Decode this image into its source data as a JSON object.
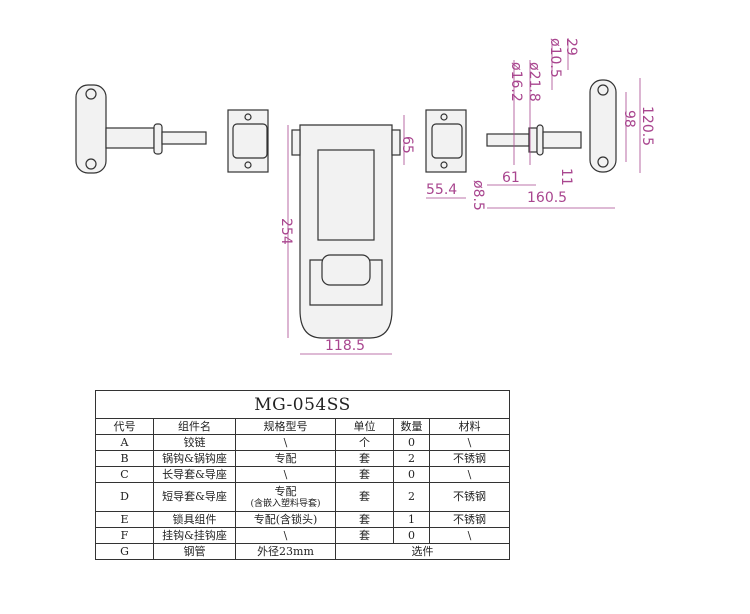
{
  "drawing": {
    "dimensions": {
      "height_254": "254",
      "width_118_5": "118.5",
      "d65": "65",
      "d55_4": "55.4",
      "d8_5": "ø8.5",
      "d61": "61",
      "d11": "11",
      "d160_5": "160.5",
      "d16_2": "ø16.2",
      "d21_8": "ø21.8",
      "d10_5": "ø10.5",
      "d29": "29",
      "d98": "98",
      "d120_5": "120.5"
    },
    "colors": {
      "dimension": "#a9468f",
      "outline": "#333333"
    }
  },
  "table": {
    "title": "MG-054SS",
    "headers": [
      "代号",
      "组件名",
      "规格型号",
      "单位",
      "数量",
      "材料"
    ],
    "rows": [
      {
        "code": "A",
        "name": "铰链",
        "spec": "\\",
        "unit": "个",
        "qty": "0",
        "material": "\\"
      },
      {
        "code": "B",
        "name": "锅钩&锅钩座",
        "spec": "专配",
        "unit": "套",
        "qty": "2",
        "material": "不锈钢"
      },
      {
        "code": "C",
        "name": "长导套&导座",
        "spec": "\\",
        "unit": "套",
        "qty": "0",
        "material": "\\"
      },
      {
        "code": "D",
        "name": "短导套&导座",
        "spec": "专配",
        "spec_note": "(含嵌入塑料导套)",
        "unit": "套",
        "qty": "2",
        "material": "不锈钢"
      },
      {
        "code": "E",
        "name": "锁具组件",
        "spec": "专配(含锁头)",
        "unit": "套",
        "qty": "1",
        "material": "不锈钢"
      },
      {
        "code": "F",
        "name": "挂钩&挂钩座",
        "spec": "\\",
        "unit": "套",
        "qty": "0",
        "material": "\\"
      },
      {
        "code": "G",
        "name": "钢管",
        "spec": "外径23mm",
        "optional": "选件"
      }
    ]
  }
}
